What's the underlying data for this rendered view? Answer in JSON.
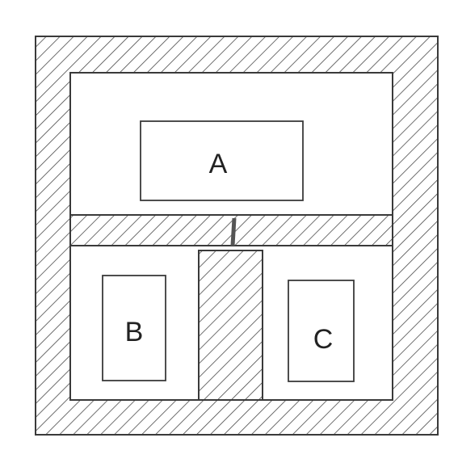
{
  "diagram": {
    "boxes": [
      {
        "id": "A",
        "label": "A"
      },
      {
        "id": "B",
        "label": "B"
      },
      {
        "id": "C",
        "label": "C"
      }
    ]
  },
  "colors": {
    "stroke": "#3a3a3a",
    "hatch": "#4a4a4a",
    "background": "#ffffff"
  }
}
